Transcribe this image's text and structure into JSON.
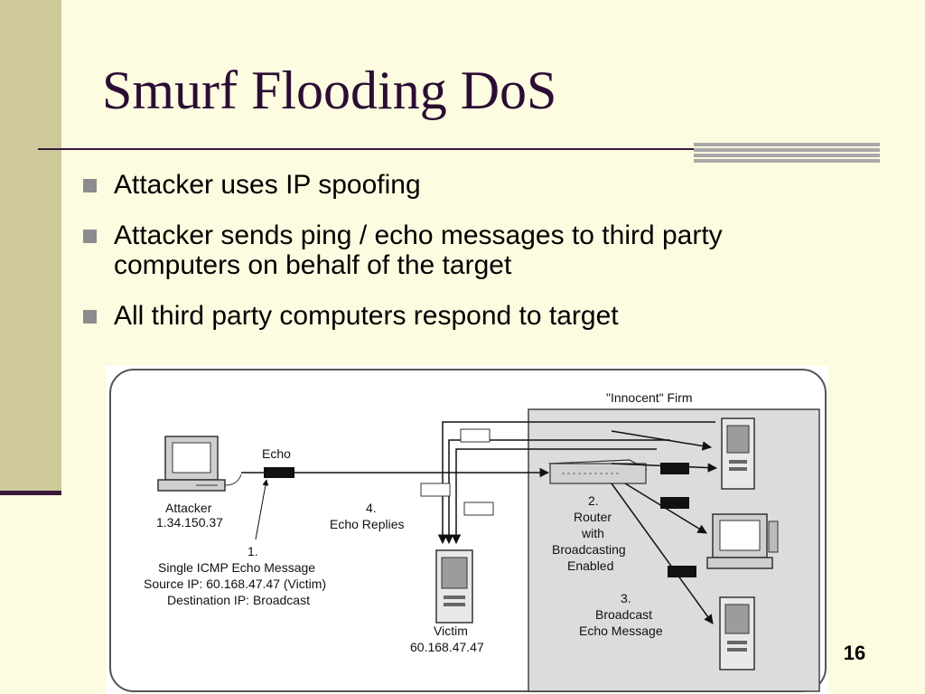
{
  "slide": {
    "title": "Smurf Flooding DoS",
    "bullets": [
      "Attacker uses IP spoofing",
      "Attacker sends ping / echo messages to third party computers on behalf of the target",
      "All third party computers respond to target"
    ],
    "page_number": "16"
  },
  "diagram": {
    "firm_label": "\"Innocent\" Firm",
    "echo_label": "Echo",
    "attacker_label": "Attacker",
    "attacker_ip": "1.34.150.37",
    "step1_number": "1.",
    "step1_line1": "Single ICMP Echo Message",
    "step1_line2": "Source IP: 60.168.47.47 (Victim)",
    "step1_line3": "Destination IP: Broadcast",
    "step4_number": "4.",
    "step4_label": "Echo Replies",
    "victim_label": "Victim",
    "victim_ip": "60.168.47.47",
    "step2_number": "2.",
    "step2_line1": "Router",
    "step2_line2": "with",
    "step2_line3": "Broadcasting",
    "step2_line4": "Enabled",
    "step3_number": "3.",
    "step3_line1": "Broadcast",
    "step3_line2": "Echo Message"
  },
  "colors": {
    "background": "#fdfbe0",
    "sidebar": "#cdc99b",
    "title": "#2b0d33",
    "rule": "#3a1838",
    "firm_panel": "#dcdcdc"
  }
}
